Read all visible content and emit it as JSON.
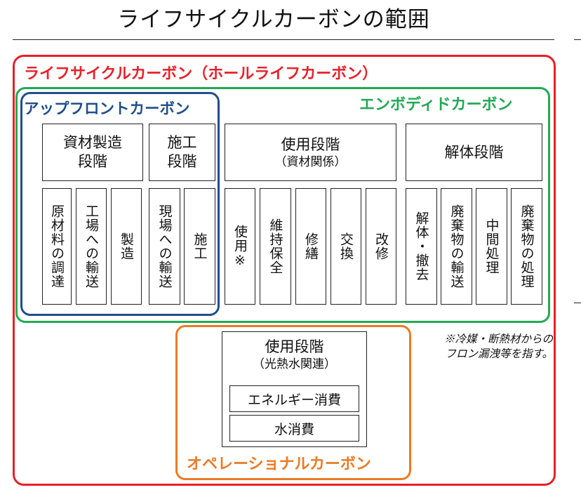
{
  "title": "ライフサイクルカーボンの範囲",
  "frames": {
    "lifecycle": "ライフサイクルカーボン（ホールライフカーボン）",
    "embodied": "エンボディドカーボン",
    "upfront": "アップフロントカーボン",
    "operational": "オペレーショナルカーボン"
  },
  "stages": {
    "production": {
      "line1": "資材製造",
      "line2": "段階"
    },
    "construction": {
      "line1": "施工",
      "line2": "段階"
    },
    "use_material": {
      "line1": "使用段階",
      "line2": "（資材関係）"
    },
    "demolition": {
      "line1": "解体段階"
    },
    "use_energy": {
      "line1": "使用段階",
      "line2": "（光熱水関連）"
    }
  },
  "items": {
    "raw_material": "原材料の調達",
    "transport_to_factory": "工場への輸送",
    "manufacturing": "製造",
    "transport_to_site": "現場への輸送",
    "construction": "施工",
    "use": "使用※",
    "maintenance": "維持保全",
    "repair": "修繕",
    "replacement": "交換",
    "renovation": "改修",
    "demolition": "解体・撤去",
    "waste_transport": "廃棄物の輸送",
    "intermediate": "中間処理",
    "waste_disposal": "廃棄物の処理",
    "energy": "エネルギー消費",
    "water": "水消費"
  },
  "note": {
    "line1": "※冷媒・断熱材からの",
    "line2": "フロン漏洩等を指す。"
  }
}
